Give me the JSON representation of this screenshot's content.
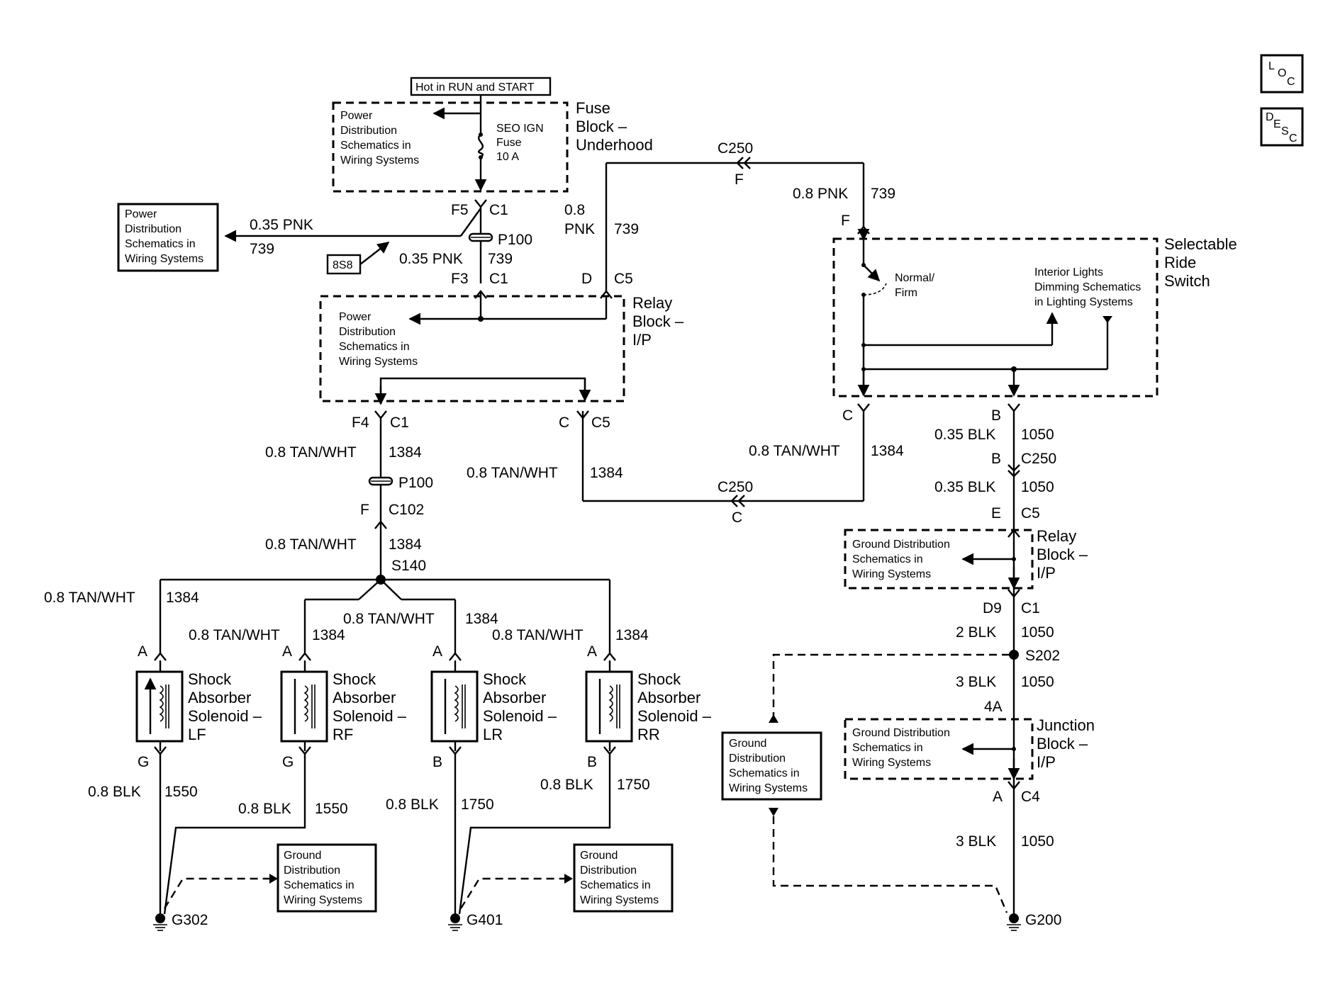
{
  "side_buttons": {
    "loc": [
      "L",
      "O",
      "C"
    ],
    "desc": [
      "D",
      "E",
      "S",
      "C"
    ]
  },
  "top_label": "Hot in RUN and START",
  "fuse_block": {
    "name": [
      "Fuse",
      "Block –",
      "Underhood"
    ],
    "ref": [
      "Power",
      "Distribution",
      "Schematics in",
      "Wiring Systems"
    ],
    "fuse": [
      "SEO IGN",
      "Fuse",
      "10 A"
    ]
  },
  "left_ref": [
    "Power",
    "Distribution",
    "Schematics in",
    "Wiring Systems"
  ],
  "page_ref": "8S8",
  "relay_block_upper": {
    "name": [
      "Relay",
      "Block –",
      "I/P"
    ],
    "ref": [
      "Power",
      "Distribution",
      "Schematics in",
      "Wiring Systems"
    ]
  },
  "switch": {
    "name": [
      "Selectable",
      "Ride",
      "Switch"
    ],
    "position": [
      "Normal/",
      "Firm"
    ],
    "ref": [
      "Interior Lights",
      "Dimming Schematics",
      "in Lighting Systems"
    ]
  },
  "relay_block_lower": {
    "name": [
      "Relay",
      "Block –",
      "I/P"
    ],
    "ref": [
      "Ground Distribution",
      "Schematics in",
      "Wiring Systems"
    ]
  },
  "junction_block": {
    "name": [
      "Junction",
      "Block –",
      "I/P"
    ],
    "ref": [
      "Ground Distribution",
      "Schematics in",
      "Wiring Systems"
    ]
  },
  "ground_ref": [
    "Ground",
    "Distribution",
    "Schematics in",
    "Wiring Systems"
  ],
  "solenoids": [
    {
      "name": [
        "Shock",
        "Absorber",
        "Solenoid –",
        "LF"
      ],
      "top_pin": "A",
      "bottom_pin": "G",
      "wire_gauge": "0.8 BLK",
      "circuit": "1550"
    },
    {
      "name": [
        "Shock",
        "Absorber",
        "Solenoid –",
        "RF"
      ],
      "top_pin": "A",
      "bottom_pin": "G",
      "wire_gauge": "0.8 BLK",
      "circuit": "1550"
    },
    {
      "name": [
        "Shock",
        "Absorber",
        "Solenoid –",
        "LR"
      ],
      "top_pin": "A",
      "bottom_pin": "B",
      "wire_gauge": "0.8 BLK",
      "circuit": "1750"
    },
    {
      "name": [
        "Shock",
        "Absorber",
        "Solenoid –",
        "RR"
      ],
      "top_pin": "A",
      "bottom_pin": "B",
      "wire_gauge": "0.8 BLK",
      "circuit": "1750"
    }
  ],
  "feed_wires": [
    {
      "gauge": "0.8 TAN/WHT",
      "circuit": "1384"
    },
    {
      "gauge": "0.8 TAN/WHT",
      "circuit": "1384"
    },
    {
      "gauge": "0.8 TAN/WHT",
      "circuit": "1384"
    },
    {
      "gauge": "0.8 TAN/WHT",
      "circuit": "1384"
    }
  ],
  "grounds": [
    "G302",
    "G401",
    "G200"
  ],
  "splices": [
    "S140",
    "S202"
  ],
  "labels": {
    "pnk_035": "0.35 PNK",
    "c739": "739",
    "pnk_08": "0.8",
    "pnk_word": "PNK",
    "pnk_08_full": "0.8 PNK",
    "tan_wht": "0.8 TAN/WHT",
    "c1384": "1384",
    "blk_035": "0.35 BLK",
    "c1050": "1050",
    "blk_2": "2 BLK",
    "blk_3": "3 BLK",
    "p100": "P100",
    "c250": "C250",
    "c1": "C1",
    "c5": "C5",
    "c4": "C4",
    "c102": "C102",
    "f5": "F5",
    "f3": "F3",
    "f4": "F4",
    "f": "F",
    "d": "D",
    "c": "C",
    "b": "B",
    "e": "E",
    "d9": "D9",
    "a": "A",
    "pin_4a": "4A"
  }
}
